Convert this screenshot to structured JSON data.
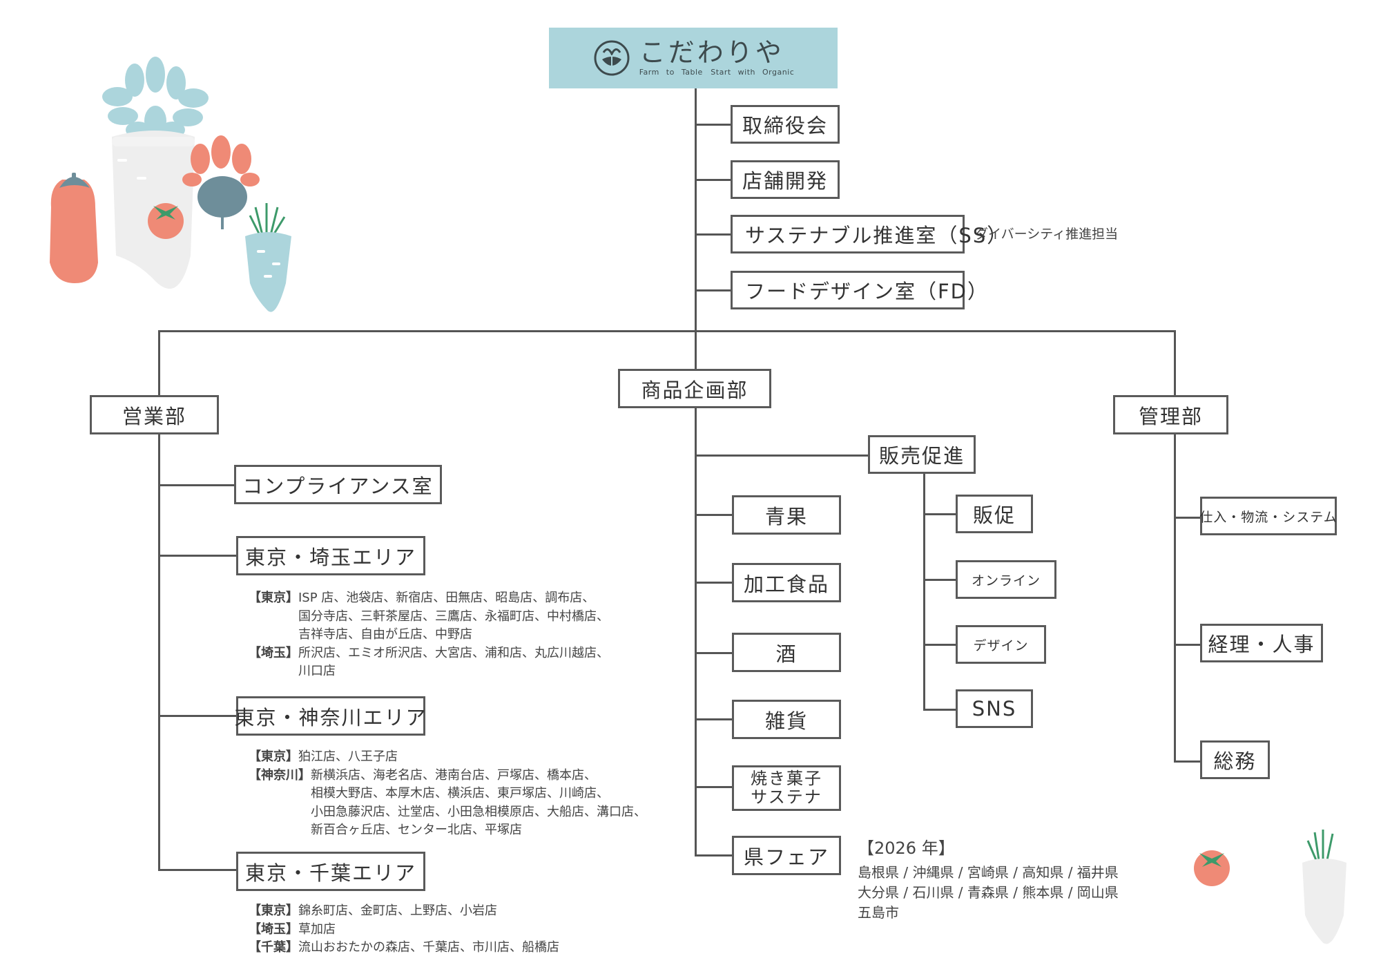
{
  "brand": {
    "name": "こだわりや",
    "tagline": "Farm to Table　Start with Organic",
    "color": "#acd5dc"
  },
  "top_units": {
    "board": "取締役会",
    "store_dev": "店舗開発",
    "sustainable": "サステナブル推進室（SS）",
    "sustainable_note": "ダイバーシティ推進担当",
    "food_design": "フードデザイン室（FD）"
  },
  "sales": {
    "title": "営業部",
    "compliance": "コンプライアンス室",
    "area1": {
      "title": "東京・埼玉エリア",
      "rows": [
        {
          "tag": "【東京】",
          "lines": [
            "ISP 店、池袋店、新宿店、田無店、昭島店、調布店、",
            "国分寺店、三軒茶屋店、三鷹店、永福町店、中村橋店、",
            "吉祥寺店、自由が丘店、中野店"
          ]
        },
        {
          "tag": "【埼玉】",
          "lines": [
            "所沢店、エミオ所沢店、大宮店、浦和店、丸広川越店、",
            "川口店"
          ]
        }
      ]
    },
    "area2": {
      "title": "東京・神奈川エリア",
      "rows": [
        {
          "tag": "【東京】",
          "lines": [
            "狛江店、八王子店"
          ]
        },
        {
          "tag": "【神奈川】",
          "lines": [
            "新横浜店、海老名店、港南台店、戸塚店、橋本店、",
            "相模大野店、本厚木店、横浜店、東戸塚店、川崎店、",
            "小田急藤沢店、辻堂店、小田急相模原店、大船店、溝口店、",
            "新百合ヶ丘店、センター北店、平塚店"
          ]
        }
      ]
    },
    "area3": {
      "title": "東京・千葉エリア",
      "rows": [
        {
          "tag": "【東京】",
          "lines": [
            "錦糸町店、金町店、上野店、小岩店"
          ]
        },
        {
          "tag": "【埼玉】",
          "lines": [
            "草加店"
          ]
        },
        {
          "tag": "【千葉】",
          "lines": [
            "流山おおたかの森店、千葉店、市川店、船橋店"
          ]
        }
      ]
    }
  },
  "planning": {
    "title": "商品企画部",
    "produce": "青果",
    "processed": "加工食品",
    "sake": "酒",
    "goods": "雑貨",
    "baked_1": "焼き菓子",
    "baked_2": "サステナ",
    "fair": "県フェア",
    "fair_note": {
      "title": "【2026 年】",
      "lines": [
        "島根県 / 沖縄県 / 宮崎県 / 高知県 / 福井県",
        "大分県 / 石川県 / 青森県 / 熊本県 / 岡山県",
        "五島市"
      ]
    },
    "promo": {
      "title": "販売促進",
      "sales_promo": "販促",
      "online": "オンライン",
      "design": "デザイン",
      "sns": "SNS"
    }
  },
  "admin": {
    "title": "管理部",
    "purchasing": "仕入・物流・システム",
    "accounting": "経理・人事",
    "general": "総務"
  },
  "colors": {
    "line": "#555555",
    "teal": "#acd5dc",
    "coral": "#ef8a76",
    "slate": "#6e8e9a"
  }
}
